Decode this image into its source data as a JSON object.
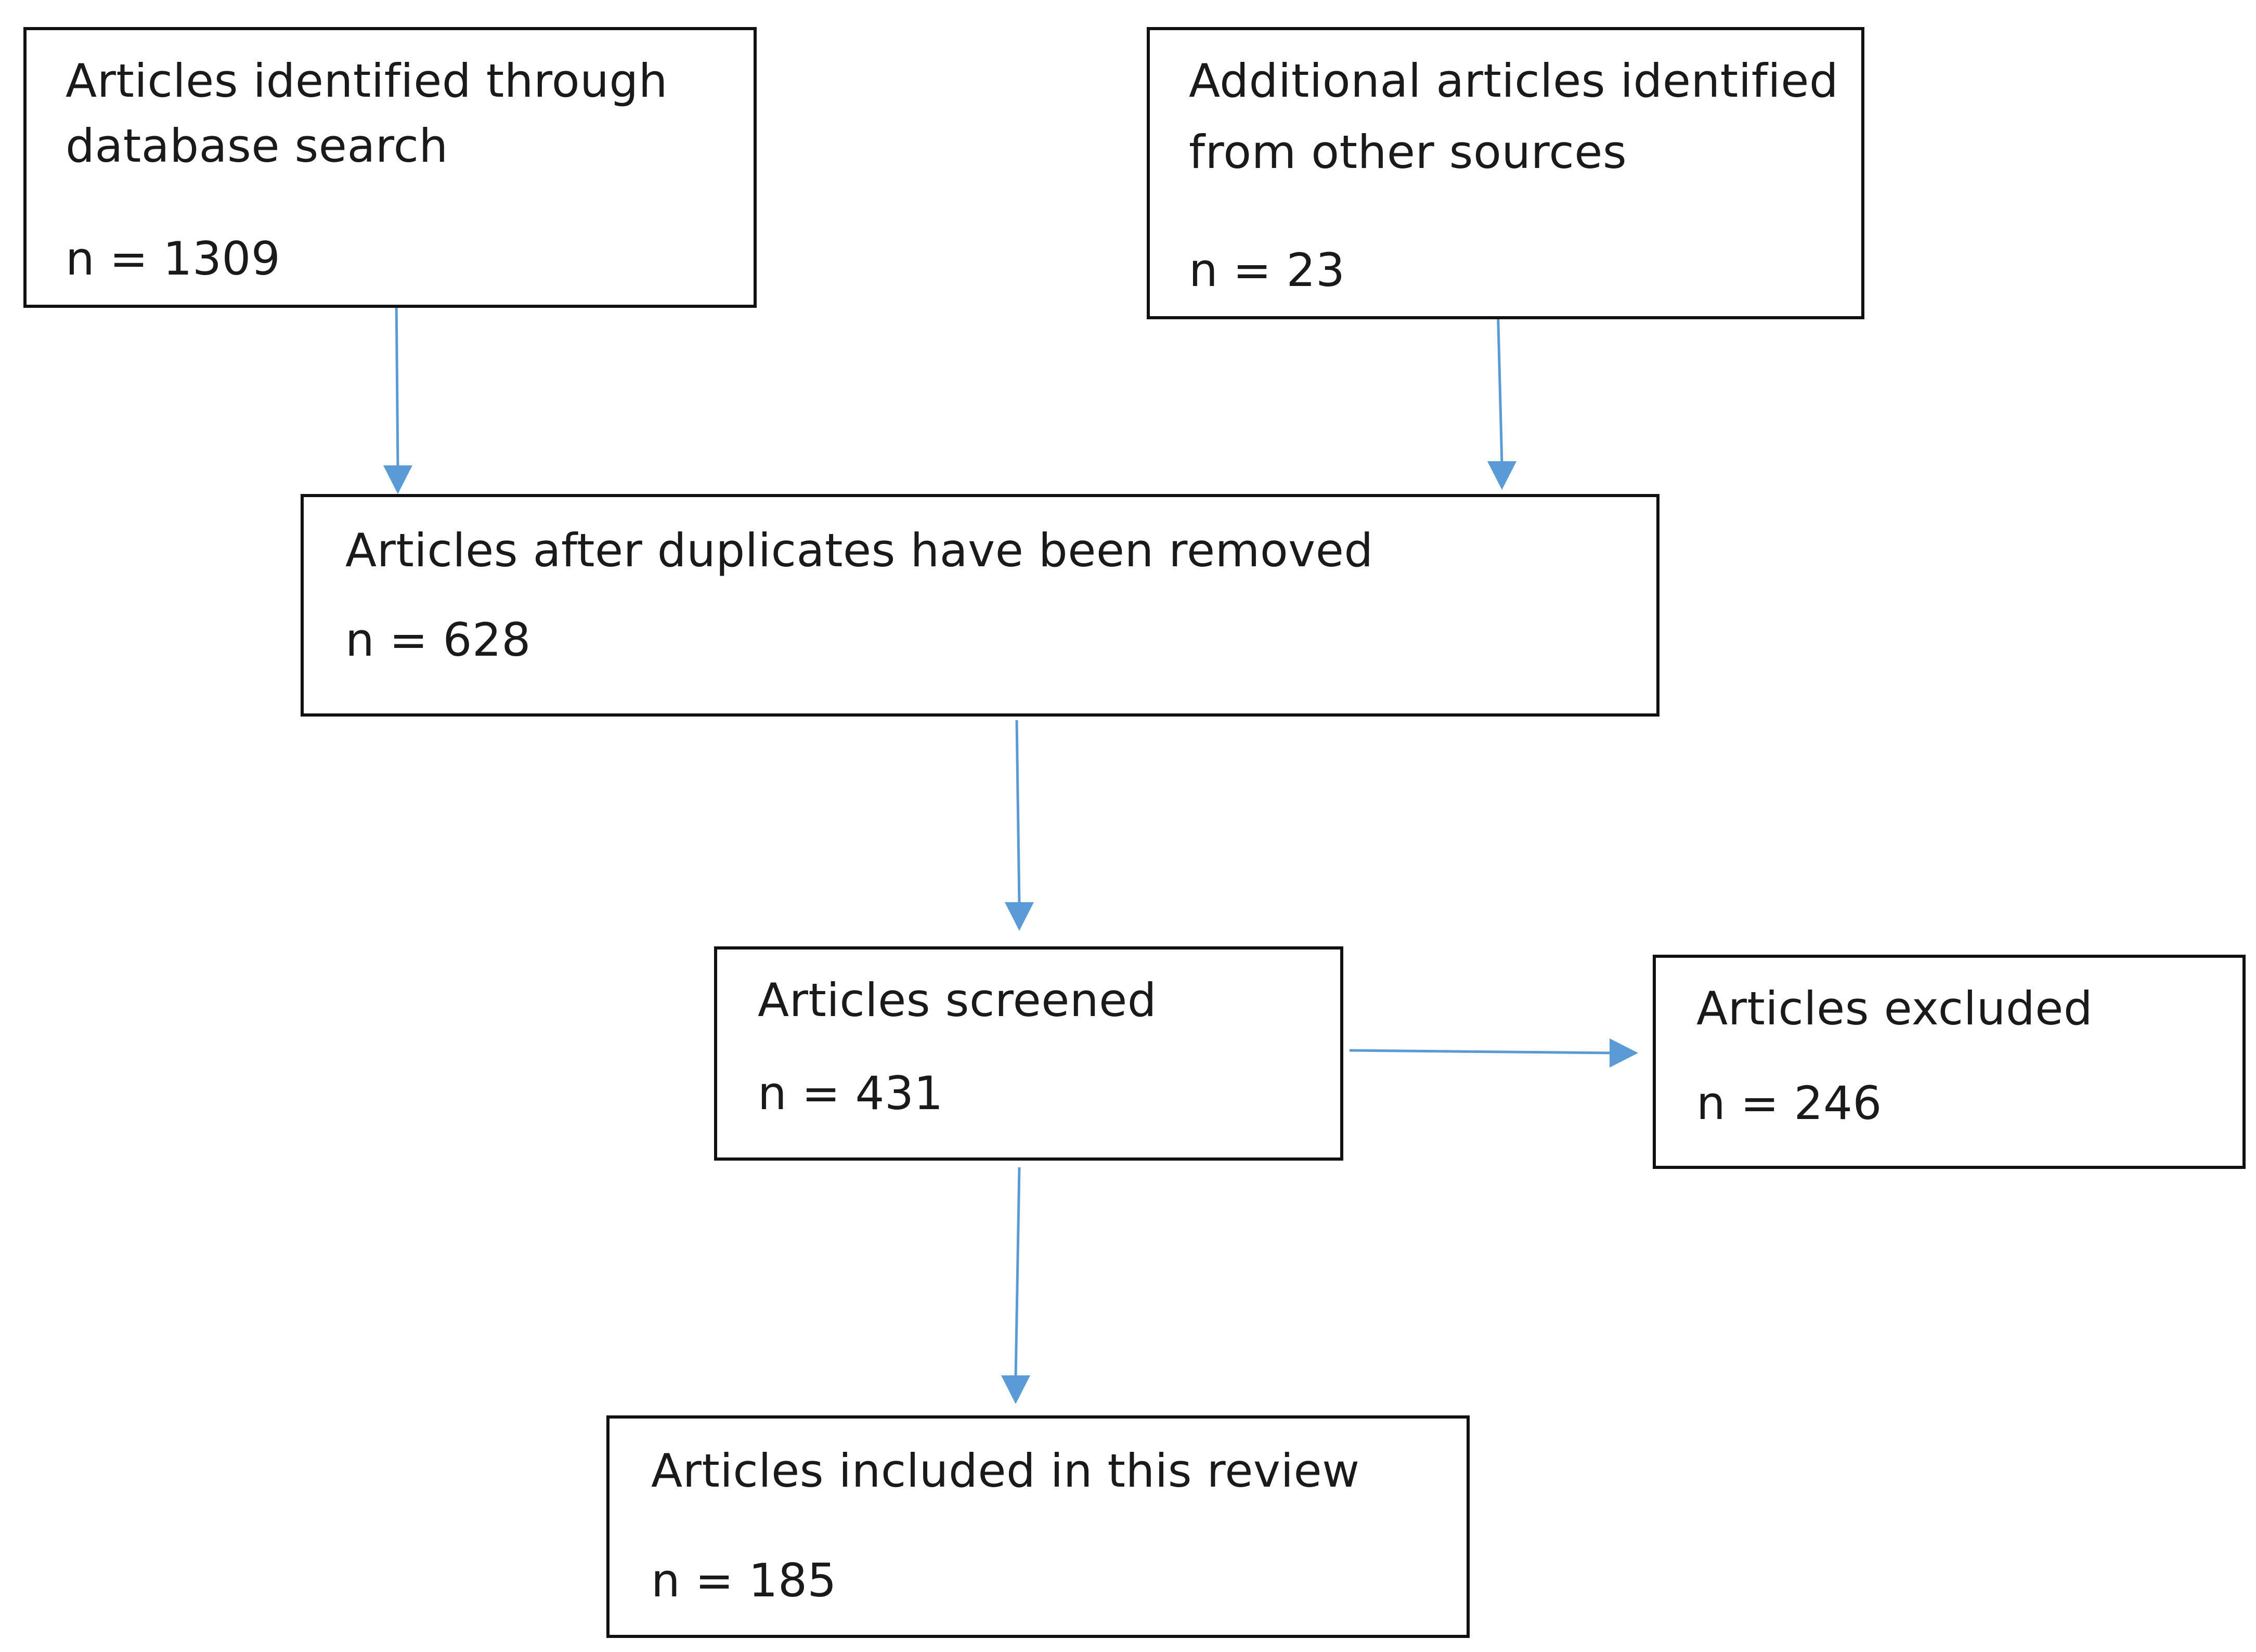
{
  "nodes": {
    "database_search": {
      "label_line1": "Articles identified through",
      "label_line2": "database search",
      "count": "n = 1309"
    },
    "other_sources": {
      "label_line1": "Additional articles identified",
      "label_line2": "from other sources",
      "count": "n = 23"
    },
    "after_duplicates": {
      "label": "Articles after duplicates have been removed",
      "count": "n = 628"
    },
    "screened": {
      "label": "Articles screened",
      "count": "n = 431"
    },
    "excluded": {
      "label": "Articles excluded",
      "count": "n = 246"
    },
    "included": {
      "label": "Articles included in this review",
      "count": "n = 185"
    }
  },
  "colors": {
    "arrow": "#5b9bd5",
    "box_border": "#111111"
  },
  "edges": [
    {
      "from": "database_search",
      "to": "after_duplicates"
    },
    {
      "from": "other_sources",
      "to": "after_duplicates"
    },
    {
      "from": "after_duplicates",
      "to": "screened"
    },
    {
      "from": "screened",
      "to": "excluded"
    },
    {
      "from": "screened",
      "to": "included"
    }
  ]
}
